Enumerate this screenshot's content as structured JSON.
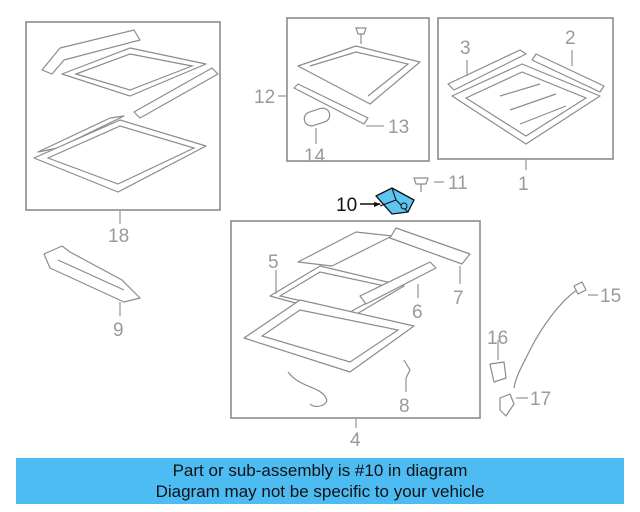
{
  "diagram": {
    "callouts": [
      {
        "id": "c1",
        "label": "1"
      },
      {
        "id": "c2",
        "label": "2"
      },
      {
        "id": "c3",
        "label": "3"
      },
      {
        "id": "c4",
        "label": "4"
      },
      {
        "id": "c5",
        "label": "5"
      },
      {
        "id": "c6",
        "label": "6"
      },
      {
        "id": "c7",
        "label": "7"
      },
      {
        "id": "c8",
        "label": "8"
      },
      {
        "id": "c9",
        "label": "9"
      },
      {
        "id": "c10",
        "label": "10"
      },
      {
        "id": "c11",
        "label": "11"
      },
      {
        "id": "c12",
        "label": "12"
      },
      {
        "id": "c13",
        "label": "13"
      },
      {
        "id": "c14",
        "label": "14"
      },
      {
        "id": "c15",
        "label": "15"
      },
      {
        "id": "c16",
        "label": "16"
      },
      {
        "id": "c17",
        "label": "17"
      },
      {
        "id": "c18",
        "label": "18"
      }
    ],
    "highlighted_part": "10",
    "colors": {
      "highlight_part": "#5ec4f0",
      "line": "#8c8c8c",
      "label": "#9a9a9a",
      "banner": "#4dbcf3"
    }
  },
  "banner": {
    "line1": "Part or sub-assembly is #10 in diagram",
    "line2": "Diagram may not be specific to your vehicle"
  }
}
